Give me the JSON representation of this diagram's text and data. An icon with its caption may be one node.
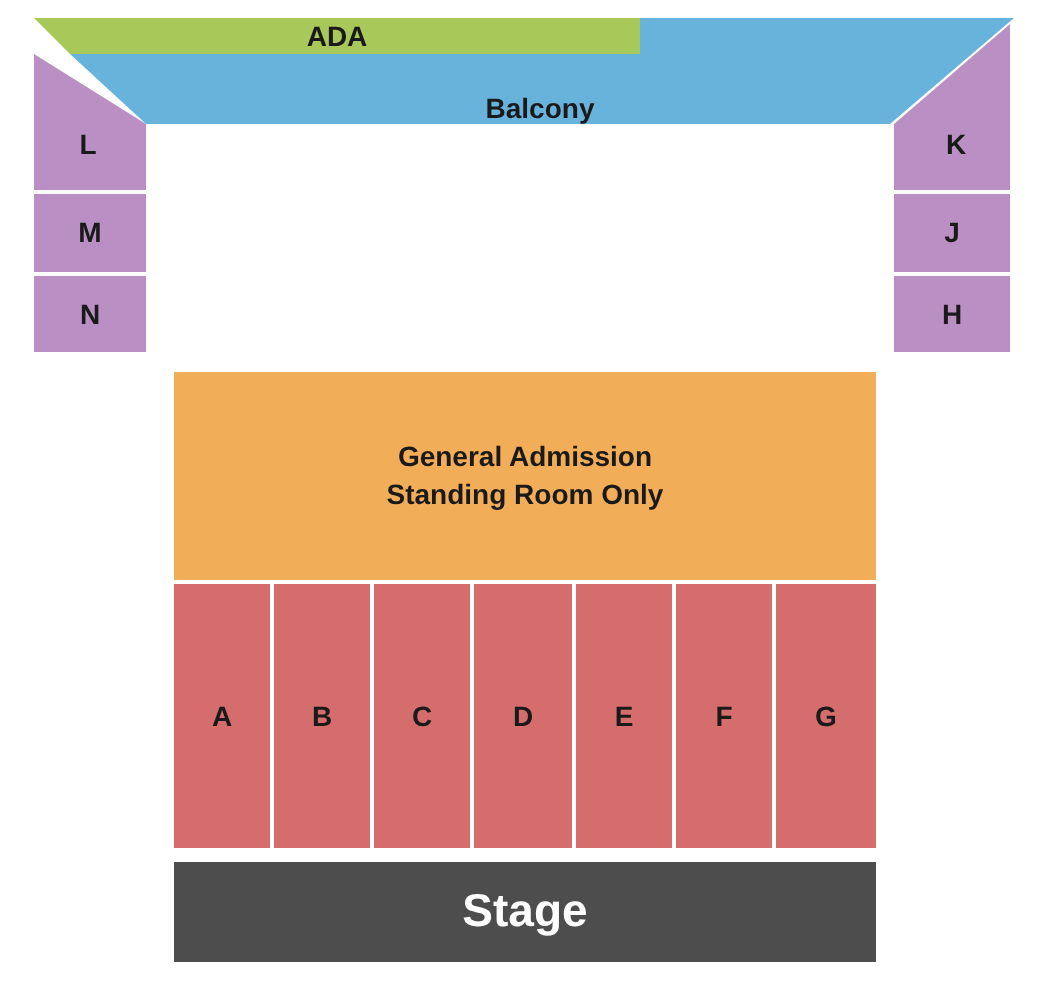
{
  "diagram": {
    "nodes": [
      {
        "text": [
          "Balcony"
        ]
      },
      {
        "text": [
          "ADA"
        ],
        "in": 0
      },
      {
        "text": [
          "L"
        ]
      },
      {
        "text": [
          "K"
        ]
      },
      {
        "text": [
          "M"
        ]
      },
      {
        "text": [
          "J"
        ]
      },
      {
        "text": [
          "N"
        ]
      },
      {
        "text": [
          "H"
        ]
      },
      {
        "text": [
          "General Admission Standing Room Only"
        ]
      },
      {
        "text": [
          "A"
        ]
      },
      {
        "text": [
          "B"
        ]
      },
      {
        "text": [
          "C"
        ]
      },
      {
        "text": [
          "D"
        ]
      },
      {
        "text": [
          "E"
        ]
      },
      {
        "text": [
          "F"
        ]
      },
      {
        "text": [
          "G"
        ]
      },
      {
        "text": [
          "Stage"
        ]
      }
    ]
  }
}
